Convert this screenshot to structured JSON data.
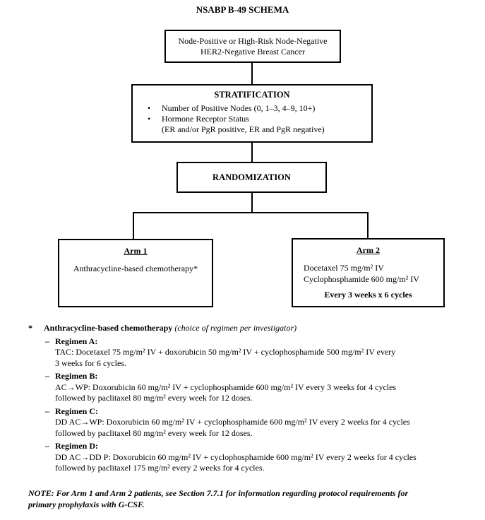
{
  "title": "NSABP B-49 SCHEMA",
  "flowchart": {
    "top_box": {
      "lines": [
        "Node-Positive or High-Risk Node-Negative",
        "HER2-Negative Breast Cancer"
      ]
    },
    "stratification": {
      "heading": "STRATIFICATION",
      "bullet_glyph": "•",
      "bullets": [
        {
          "lines": [
            "Number of Positive Nodes (0, 1–3, 4–9, 10+)"
          ]
        },
        {
          "lines": [
            "Hormone Receptor Status",
            "(ER and/or PgR positive, ER and PgR negative)"
          ]
        }
      ]
    },
    "randomization": {
      "heading": "RANDOMIZATION"
    },
    "arm1": {
      "heading": "Arm 1",
      "body": "Anthracycline-based chemotherapy*"
    },
    "arm2": {
      "heading": "Arm 2",
      "drugs": [
        "Docetaxel 75 mg/m² IV",
        "Cyclophosphamide 600 mg/m² IV"
      ],
      "schedule": "Every 3 weeks x 6 cycles"
    }
  },
  "footnote": {
    "marker": "*",
    "heading_bold": "Anthracycline-based chemotherapy",
    "heading_italic": " (choice of regimen per investigator)",
    "dash": "–",
    "regimens": [
      {
        "label": "Regimen A:",
        "lines": [
          "TAC: Docetaxel 75 mg/m² IV + doxorubicin 50 mg/m² IV + cyclophosphamide 500 mg/m² IV every",
          "3 weeks for 6 cycles."
        ]
      },
      {
        "label": "Regimen B:",
        "lines": [
          "AC→WP: Doxorubicin 60 mg/m² IV + cyclophosphamide 600 mg/m² IV every 3 weeks for 4 cycles",
          "followed by paclitaxel 80 mg/m² every week for 12 doses."
        ]
      },
      {
        "label": "Regimen C:",
        "lines": [
          "DD AC→WP: Doxorubicin 60 mg/m² IV + cyclophosphamide 600 mg/m² IV every 2 weeks for 4 cycles",
          "followed by paclitaxel 80 mg/m² every week for 12 doses."
        ]
      },
      {
        "label": "Regimen D:",
        "lines": [
          "DD AC→DD P: Doxorubicin 60 mg/m² IV + cyclophosphamide 600 mg/m² IV every 2 weeks for 4 cycles",
          "followed by paclitaxel 175 mg/m² every 2 weeks for 4 cycles."
        ]
      }
    ]
  },
  "note": {
    "lines": [
      "NOTE: For Arm 1 and Arm 2 patients, see Section 7.7.1 for information regarding protocol requirements for",
      "primary prophylaxis with G-CSF."
    ]
  },
  "colors": {
    "ink": "#000000",
    "paper": "#ffffff"
  }
}
